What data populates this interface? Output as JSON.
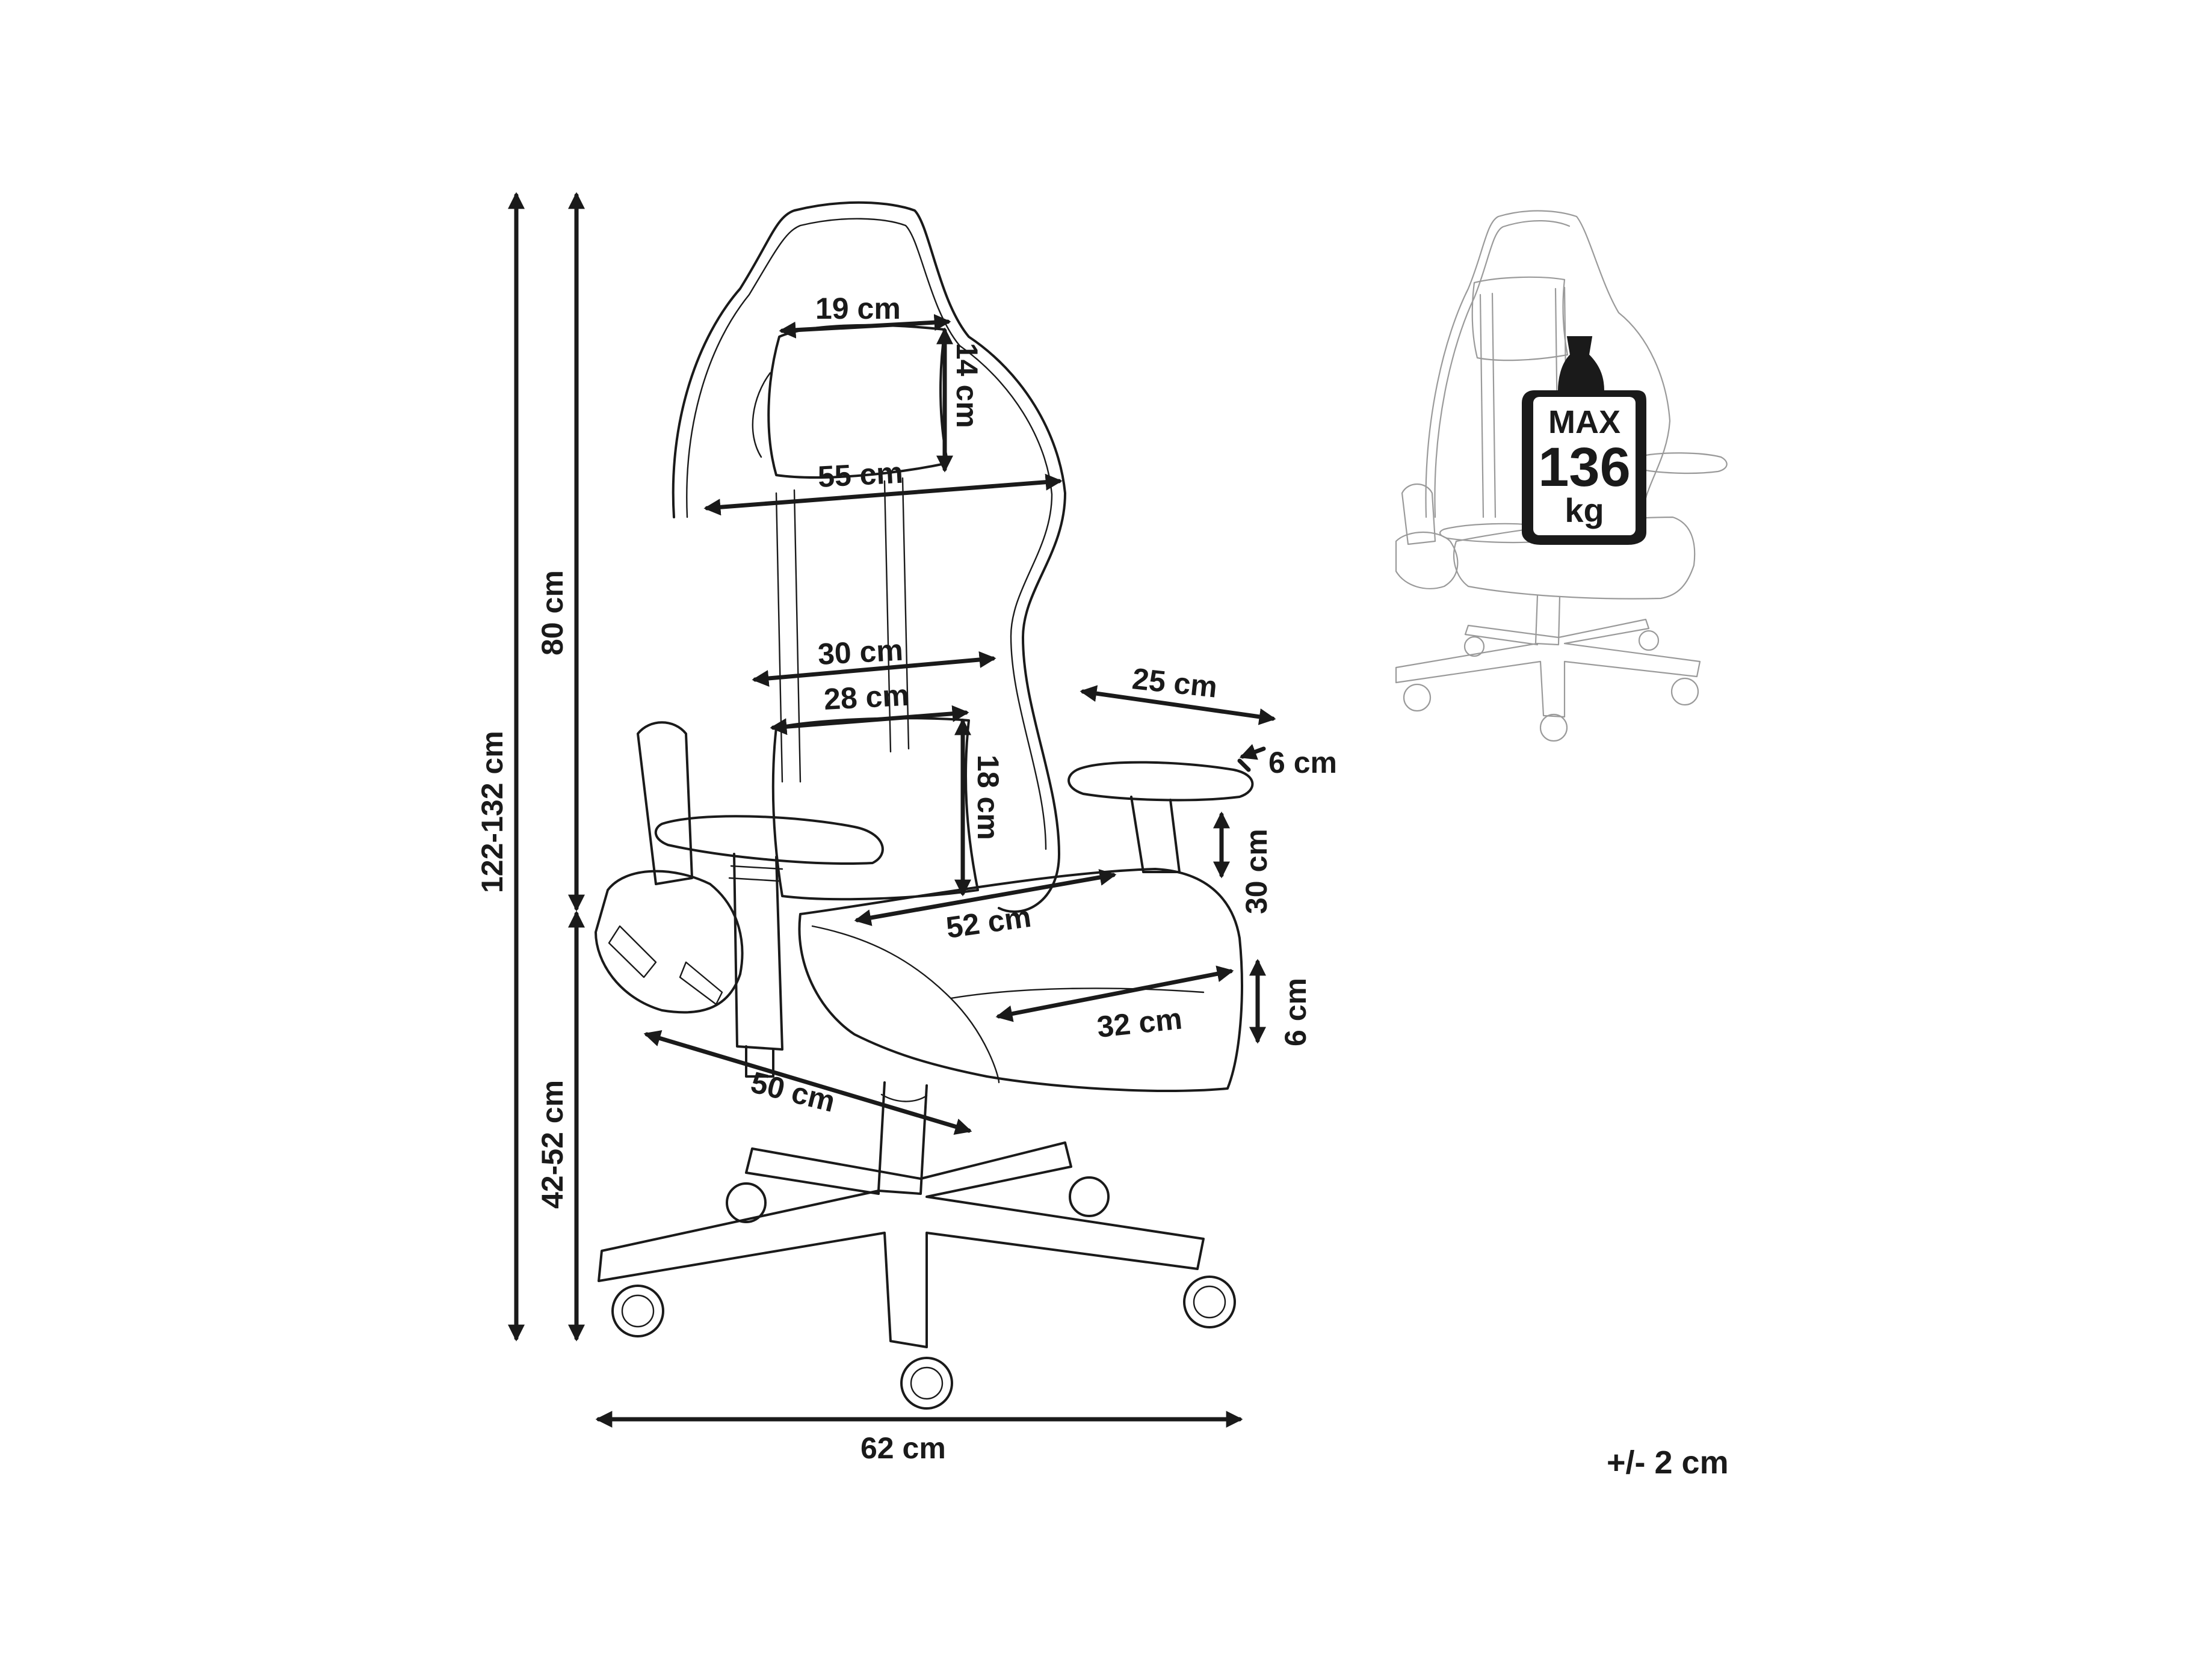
{
  "dimensions": {
    "headrest_pillow_width": "19 cm",
    "headrest_pillow_height": "14 cm",
    "backrest_upper_width": "55 cm",
    "backrest_lower_width": "30 cm",
    "lumbar_pillow_width": "28 cm",
    "lumbar_pillow_height": "18 cm",
    "armrest_length": "25 cm",
    "armrest_width": "6 cm",
    "armrest_adjust": "30 cm",
    "seat_depth": "52 cm",
    "seat_width": "32 cm",
    "seat_thickness": "6 cm",
    "overall_depth": "50 cm",
    "base_width": "62 cm",
    "total_height": "122-132 cm",
    "backrest_height": "80 cm",
    "seat_height": "42-52 cm"
  },
  "max_load": {
    "line1": "MAX",
    "line2": "136",
    "line3": "kg"
  },
  "tolerance": "+/- 2 cm"
}
